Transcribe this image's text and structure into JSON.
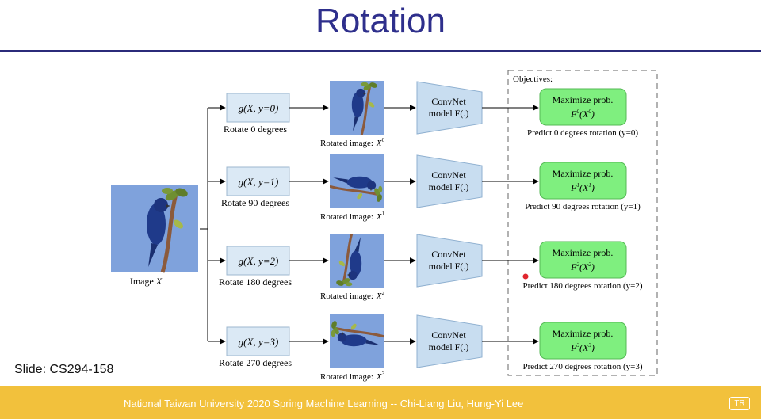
{
  "slide": {
    "title": "Rotation",
    "slide_tag": "Slide: CS294-158",
    "footer": "National Taiwan University 2020 Spring Machine Learning -- Chi-Liang Liu, Hung-Yi Lee",
    "footer_badge": "TR"
  },
  "diagram": {
    "input_label": "Image",
    "input_var": "X",
    "objectives_title": "Objectives:",
    "model_line1": "ConvNet",
    "model_line2": "model F(.)",
    "goal_line1": "Maximize prob.",
    "rotated_prefix": "Rotated image:",
    "rows": [
      {
        "transform": "g(X, y=0)",
        "rotate_label": "Rotate 0 degrees",
        "rot_sup": "0",
        "angle": 0,
        "predict": "Predict 0 degrees rotation (y=0)"
      },
      {
        "transform": "g(X, y=1)",
        "rotate_label": "Rotate 90 degrees",
        "rot_sup": "1",
        "angle": 90,
        "predict": "Predict 90 degrees rotation (y=1)"
      },
      {
        "transform": "g(X, y=2)",
        "rotate_label": "Rotate 180 degrees",
        "rot_sup": "2",
        "angle": 180,
        "predict": "Predict 180 degrees rotation (y=2)"
      },
      {
        "transform": "g(X, y=3)",
        "rotate_label": "Rotate 270 degrees",
        "rot_sup": "3",
        "angle": 270,
        "predict": "Predict 270 degrees rotation (y=3)"
      }
    ],
    "colors": {
      "image_bg": "#7fa2dc",
      "transform_box": "#dbe9f5",
      "model": "#c8ddf0",
      "goal": "#7fef7f",
      "bird": "#1f3a8a",
      "branch": "#8b5a3c",
      "leaf": "#7a9a3a"
    }
  }
}
